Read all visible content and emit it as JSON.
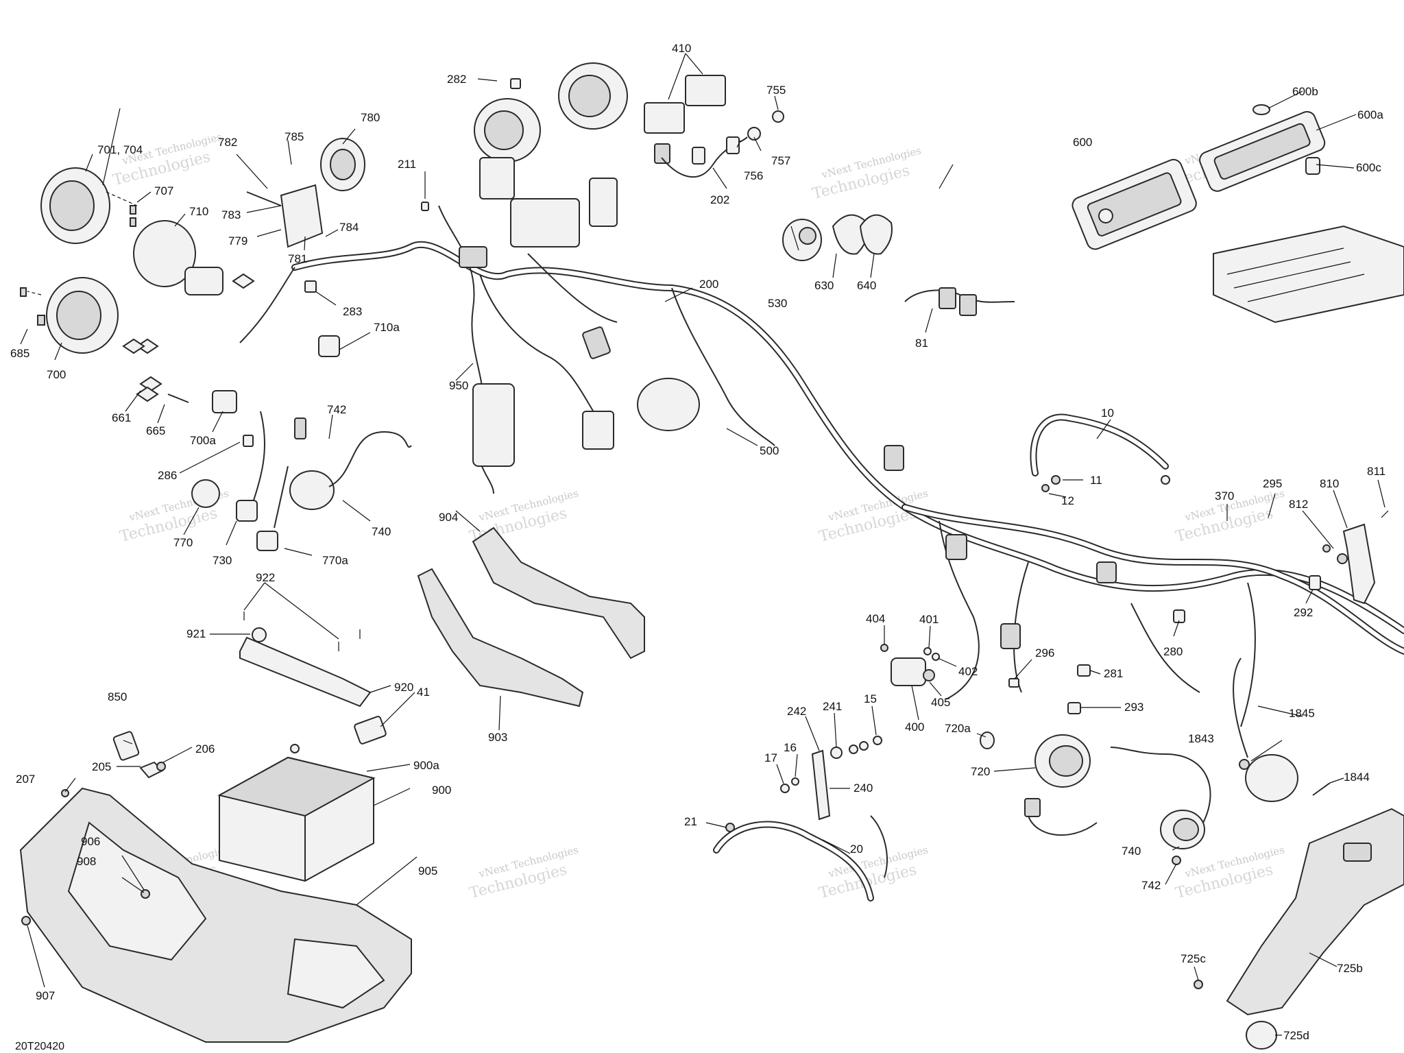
{
  "diagram": {
    "code": "20T20420",
    "watermark": {
      "line1": "vNext Technologies",
      "line2": "Technologies"
    },
    "labels": {
      "l10": "10",
      "l11": "11",
      "l12": "12",
      "l15": "15",
      "l16": "16",
      "l17": "17",
      "l20": "20",
      "l21": "21",
      "l41": "41",
      "l81": "81",
      "l200": "200",
      "l202": "202",
      "l205": "205",
      "l206": "206",
      "l207": "207",
      "l211": "211",
      "l240": "240",
      "l241": "241",
      "l242": "242",
      "l280": "280",
      "l281": "281",
      "l282": "282",
      "l283": "283",
      "l286": "286",
      "l292": "292",
      "l293": "293",
      "l295": "295",
      "l296": "296",
      "l370": "370",
      "l400": "400",
      "l401": "401",
      "l402": "402",
      "l404": "404",
      "l405": "405",
      "l410": "410",
      "l500": "500",
      "l530": "530",
      "l600": "600",
      "l600a": "600a",
      "l600b": "600b",
      "l600c": "600c",
      "l630": "630",
      "l640": "640",
      "l661": "661",
      "l665": "665",
      "l685": "685",
      "l700": "700",
      "l700a": "700a",
      "l701_704": "701, 704",
      "l707": "707",
      "l710": "710",
      "l710a": "710a",
      "l720": "720",
      "l720a": "720a",
      "l725b": "725b",
      "l725c": "725c",
      "l725d": "725d",
      "l730": "730",
      "l740": "740",
      "l740b": "740",
      "l742": "742",
      "l742b": "742",
      "l755": "755",
      "l756": "756",
      "l757": "757",
      "l770": "770",
      "l770a": "770a",
      "l779": "779",
      "l780": "780",
      "l781": "781",
      "l782": "782",
      "l783": "783",
      "l784": "784",
      "l785": "785",
      "l810": "810",
      "l811": "811",
      "l812": "812",
      "l850": "850",
      "l900": "900",
      "l900a": "900a",
      "l903": "903",
      "l904": "904",
      "l905": "905",
      "l906": "906",
      "l907": "907",
      "l908": "908",
      "l920": "920",
      "l921": "921",
      "l922": "922",
      "l950": "950",
      "l1843": "1843",
      "l1844": "1844",
      "l1845": "1845"
    }
  }
}
